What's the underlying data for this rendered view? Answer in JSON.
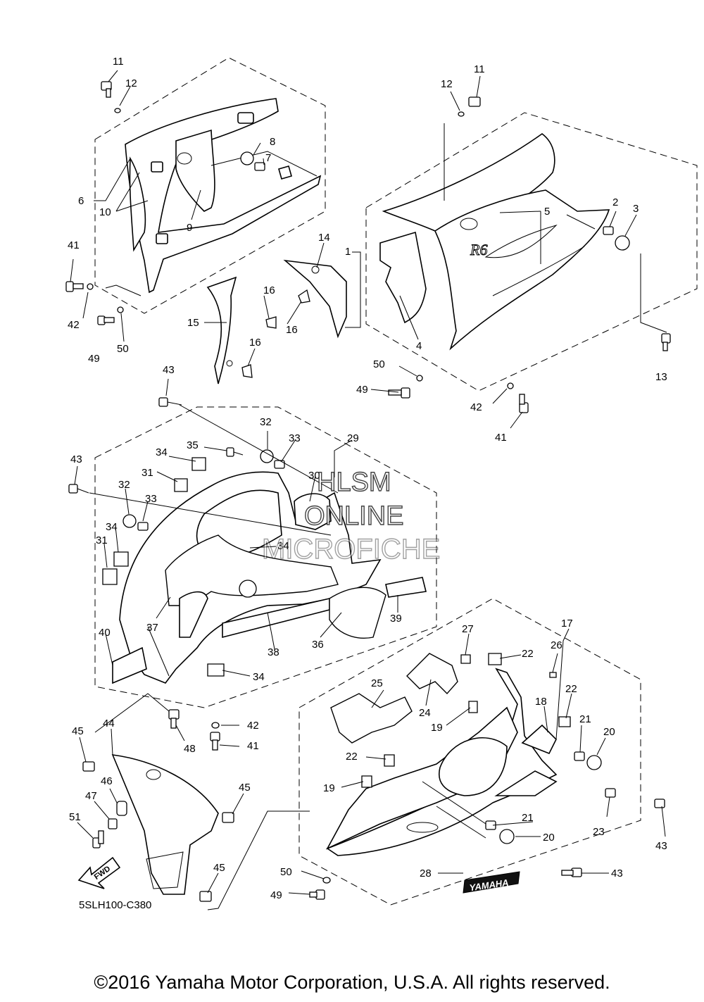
{
  "diagram": {
    "code": "5SLH100-C380",
    "fwd_label": "FWD",
    "logo_text": "YAMAHA",
    "model_mark": "R6",
    "watermark": {
      "line1": "HLSM",
      "line2": "ONLINE",
      "line3": "MICROFICHE"
    },
    "callouts": [
      "11",
      "12",
      "8",
      "7",
      "6",
      "10",
      "9",
      "41",
      "42",
      "49",
      "50",
      "15",
      "16",
      "16",
      "16",
      "14",
      "1",
      "4",
      "5",
      "2",
      "3",
      "13",
      "11",
      "12",
      "50",
      "49",
      "42",
      "41",
      "43",
      "32",
      "33",
      "35",
      "34",
      "29",
      "43",
      "32",
      "33",
      "31",
      "34",
      "31",
      "30",
      "34",
      "37",
      "38",
      "36",
      "39",
      "40",
      "34",
      "27",
      "22",
      "17",
      "26",
      "25",
      "24",
      "19",
      "22",
      "18",
      "21",
      "20",
      "22",
      "19",
      "42",
      "41",
      "48",
      "44",
      "45",
      "46",
      "47",
      "51",
      "45",
      "45",
      "21",
      "20",
      "23",
      "43",
      "50",
      "49",
      "28",
      "43"
    ]
  },
  "footer": {
    "copyright": "©2016 Yamaha Motor Corporation, U.S.A. All rights reserved."
  }
}
